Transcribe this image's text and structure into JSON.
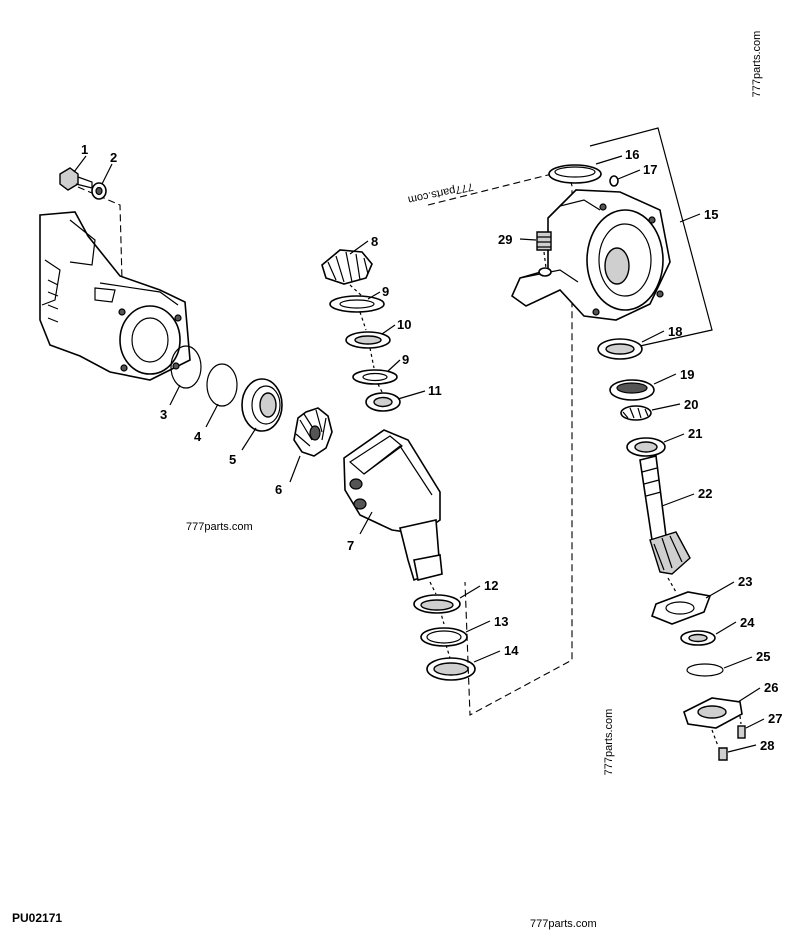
{
  "figure_code": "PU02171",
  "watermarks": [
    "777parts.com",
    "777parts.com",
    "777parts.com",
    "777parts.com",
    "777parts.com"
  ],
  "callouts": [
    "1",
    "2",
    "3",
    "4",
    "5",
    "6",
    "7",
    "8",
    "9",
    "10",
    "9",
    "11",
    "12",
    "13",
    "14",
    "15",
    "16",
    "17",
    "18",
    "19",
    "20",
    "21",
    "22",
    "23",
    "24",
    "25",
    "26",
    "27",
    "28",
    "29"
  ]
}
